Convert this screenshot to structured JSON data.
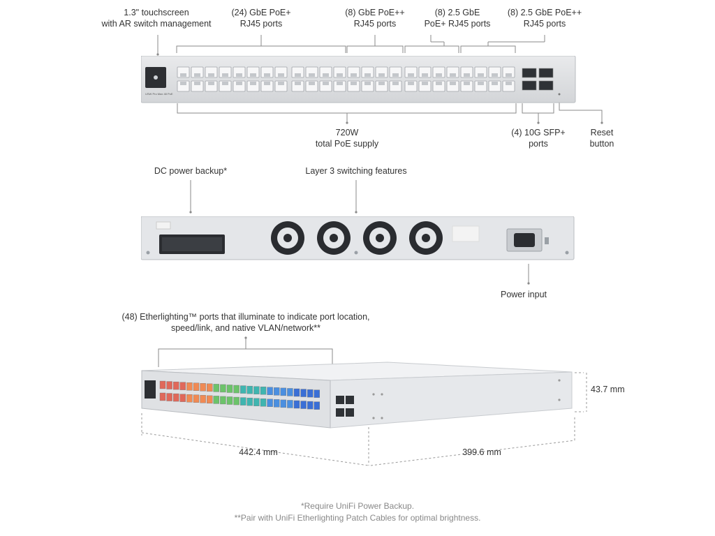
{
  "front_view": {
    "labels": {
      "touchscreen": [
        "1.3\" touchscreen",
        "with AR switch management"
      ],
      "gbe_poe": [
        "(24) GbE PoE+",
        "RJ45 ports"
      ],
      "gbe_poepp": [
        "(8) GbE PoE++",
        "RJ45 ports"
      ],
      "ge25_poe": [
        "(8) 2.5 GbE",
        "PoE+ RJ45 ports"
      ],
      "ge25_poepp": [
        "(8) 2.5 GbE PoE++",
        "RJ45 ports"
      ],
      "poe_supply": [
        "720W",
        "total PoE supply"
      ],
      "sfp": [
        "(4) 10G SFP+",
        "ports"
      ],
      "reset": [
        "Reset",
        "button"
      ]
    },
    "brand_text": "USW Pro Max 48 PoE"
  },
  "rear_view": {
    "labels": {
      "dc_backup": "DC power backup*",
      "layer3": "Layer 3 switching features",
      "power_input": "Power input"
    }
  },
  "iso_view": {
    "labels": {
      "etherlighting": [
        "(48) Etherlighting™ ports that illuminate to indicate port location,",
        "speed/link, and native VLAN/network**"
      ],
      "height": "43.7 mm",
      "width": "442.4 mm",
      "depth": "399.6 mm"
    },
    "port_colors": [
      "#e0685a",
      "#f08a54",
      "#6cc36a",
      "#3fb5b0",
      "#4a8fe0",
      "#3a6fd6"
    ]
  },
  "footnotes": [
    "*Require UniFi Power Backup.",
    "**Pair with UniFi Etherlighting Patch Cables for optimal brightness."
  ]
}
